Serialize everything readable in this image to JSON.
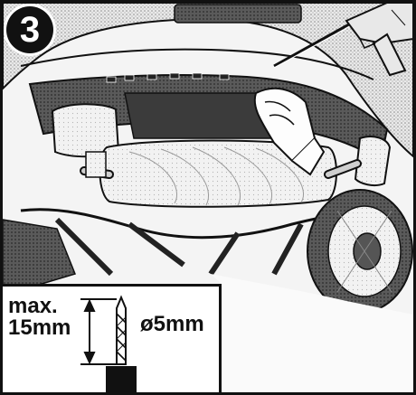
{
  "step": {
    "number": "3"
  },
  "inset": {
    "depth_line_1": "max.",
    "depth_line_2": "15mm",
    "diameter": "ø5mm"
  },
  "icons": [
    "drill-icon",
    "drill-bit-icon"
  ],
  "colors": {
    "ink": "#111111",
    "paper": "#f4f4f4",
    "shade": "#9a9a9a"
  }
}
